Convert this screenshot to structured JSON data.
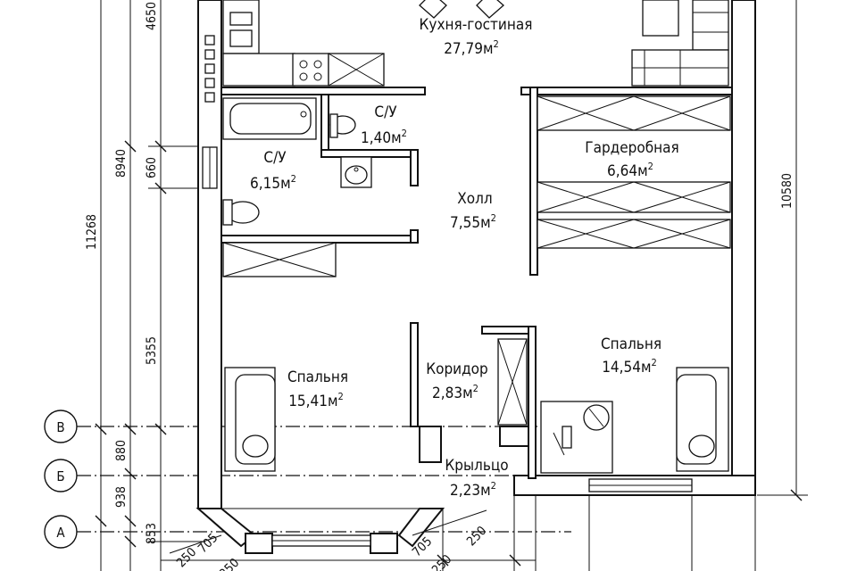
{
  "rooms": [
    {
      "name": "Кухня-гостиная",
      "area": "27,79м",
      "sup": "2"
    },
    {
      "name": "С/У",
      "area": "1,40м",
      "sup": "2"
    },
    {
      "name": "С/У",
      "area": "6,15м",
      "sup": "2"
    },
    {
      "name": "Гардеробная",
      "area": "6,64м",
      "sup": "2"
    },
    {
      "name": "Холл",
      "area": "7,55м",
      "sup": "2"
    },
    {
      "name": "Спальня",
      "area": "15,41м",
      "sup": "2"
    },
    {
      "name": "Коридор",
      "area": "2,83м",
      "sup": "2"
    },
    {
      "name": "Спальня",
      "area": "14,54м",
      "sup": "2"
    },
    {
      "name": "Крыльцо",
      "area": "2,23м",
      "sup": "2"
    }
  ],
  "dimensions": {
    "left_outer": "11268",
    "left_mid": "8940",
    "left_top": "4650",
    "left_small": "660",
    "left_lower": "5355",
    "left_880": "880",
    "left_938": "938",
    "left_853": "853",
    "right": "10580",
    "bottom_250a": "250",
    "bottom_705": "705",
    "bottom_250b": "250",
    "bottom_705b": "705",
    "bottom_250c": "250",
    "bottom_250d": "250"
  },
  "axes": [
    "В",
    "Б",
    "А"
  ]
}
